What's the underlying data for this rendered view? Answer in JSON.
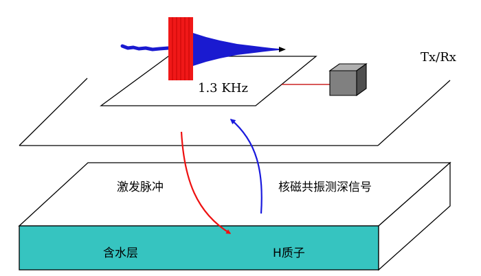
{
  "colors": {
    "background": "#ffffff",
    "line": "#000000",
    "pulse_block": "#f01818",
    "fid_signal": "#1a1ad0",
    "excitation_arrow": "#ee1111",
    "nmr_signal_arrow": "#1a1add",
    "aquifer_fill": "#36c4c0",
    "device_box": "#808080",
    "connector": "#cc2222"
  },
  "labels": {
    "frequency": "1.3 KHz",
    "transceiver": "Tx/Rx",
    "excitation_pulse": "激发脉冲",
    "nmr_signal": "核磁共振测深信号",
    "aquifer": "含水层",
    "h_proton": "H质子"
  },
  "icons": {
    "device": "transceiver-box-icon",
    "pulse": "excitation-pulse-icon",
    "signal": "fid-decay-signal-icon"
  }
}
